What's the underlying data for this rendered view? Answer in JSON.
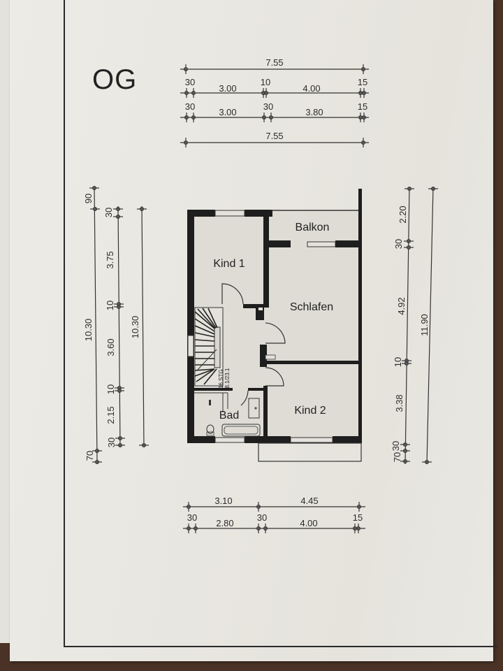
{
  "title": "OG",
  "rooms": [
    {
      "name": "Balkon"
    },
    {
      "name": "Kind 1"
    },
    {
      "name": "Schlafen"
    },
    {
      "name": "Kind 2"
    },
    {
      "name": "Bad"
    }
  ],
  "stair": {
    "steps": "16 STG",
    "ratio": "18.1/23.1"
  },
  "dimensions": {
    "top": {
      "overall_outer": "7.55",
      "row1": [
        "30",
        "3.00",
        "10",
        "4.00",
        "15"
      ],
      "row2": [
        "30",
        "3.00",
        "30",
        "3.80",
        "15"
      ],
      "overall_inner": "7.55"
    },
    "bottom": {
      "row1": [
        "3.10",
        "4.45"
      ],
      "row2": [
        "30",
        "2.80",
        "30",
        "4.00",
        "15"
      ]
    },
    "left": {
      "outer": [
        "90",
        "10.30",
        "70"
      ],
      "inner": [
        "30",
        "3.75",
        "10",
        "3.60",
        "10",
        "2.15",
        "30"
      ],
      "total": "10.30"
    },
    "right": {
      "inner": [
        "2.20",
        "30",
        "4.92",
        "10",
        "3.38",
        "30",
        "70"
      ],
      "total": "11.90"
    }
  },
  "colors": {
    "paper": "#e9e7e1",
    "wall": "#1e1e1e",
    "line": "#3a3a3a",
    "table": "#4a3326"
  }
}
